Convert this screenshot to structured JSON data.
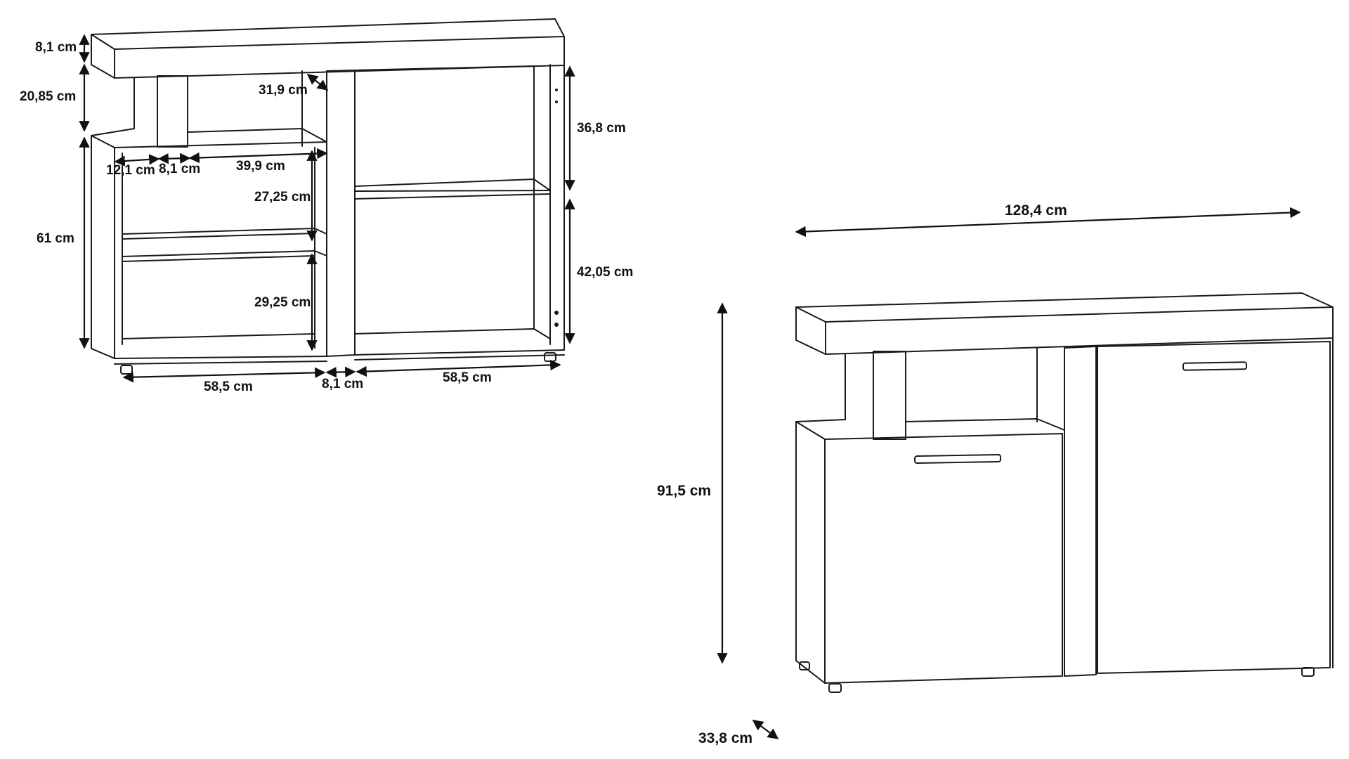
{
  "open_view": {
    "labels": {
      "top_thickness": "8,1 cm",
      "upper_gap": "20,85 cm",
      "lower_height": "61 cm",
      "depth_upper": "31,9 cm",
      "left_block": "12,1 cm",
      "left_post": "8,1 cm",
      "upper_shelf_width": "39,9 cm",
      "left_shelf_1": "27,25 cm",
      "left_shelf_2": "29,25 cm",
      "right_upper": "36,8 cm",
      "right_lower": "42,05 cm",
      "bottom_left_width": "58,5 cm",
      "bottom_mid_width": "8,1 cm",
      "bottom_right_width": "58,5 cm"
    }
  },
  "closed_view": {
    "labels": {
      "total_width": "128,4 cm",
      "total_height": "91,5 cm",
      "depth": "33,8 cm"
    }
  },
  "colors": {
    "line": "#1a1a1a",
    "background": "#ffffff"
  }
}
